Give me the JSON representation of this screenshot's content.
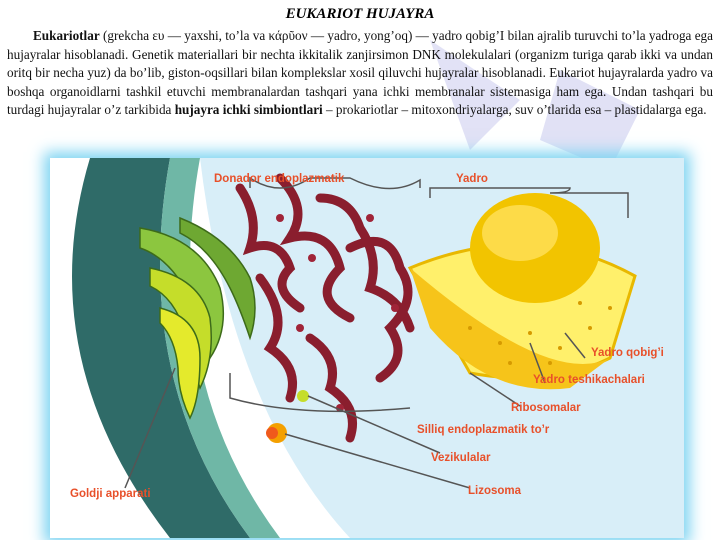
{
  "header": {
    "title": "EUKARIOT HUJAYRA"
  },
  "intro": {
    "term": "Eukariotlar",
    "text_1": " (grekcha  ευ — yaxshi, to’la va κάρῦον — yadro, yong’oq) — yadro qobig’I bilan ajralib turuvchi to’la yadroga ega hujayralar hisoblanadi. Genetik materiallari bir nechta ikkitalik zanjirsimon DNK molekulalari (organizm turiga qarab ikki va undan oritq bir necha yuz) da bo’lib, giston-oqsillari bilan komplekslar xosil qiluvchi hujayralar hisoblanadi. Eukariot hujayralarda yadro va boshqa organoidlarni tashkil etuvchi membranalardan tashqari yana ichki membranalar sistemasiga ham ega. Undan tashqari bu turdagi hujayralar o’z tarkibida ",
    "term_2": "hujayra ichki simbiontlari",
    "text_2": " – prokariotlar – mitoxondriyalarga, suv o’tlarida esa – plastidalarga ega."
  },
  "figure_labels": {
    "donador": "Donador endoplazmatik",
    "yadro": "Yadro",
    "yadro_qobigi": "Yadro qobig’i",
    "yadro_teshik": "Yadro teshikachalari",
    "ribosomalar": "Ribosomalar",
    "silliq": "Silliq endoplazmatik to’r",
    "vezikulalar": "Vezikulalar",
    "lizosoma": "Lizosoma",
    "goldji": "Goldji apparati"
  },
  "colors": {
    "label": "#e8502a",
    "glow": "#7fd4f2",
    "nucleus": "#f2c400",
    "er": "#8a1e2e",
    "golgi": "#8cc63f"
  }
}
